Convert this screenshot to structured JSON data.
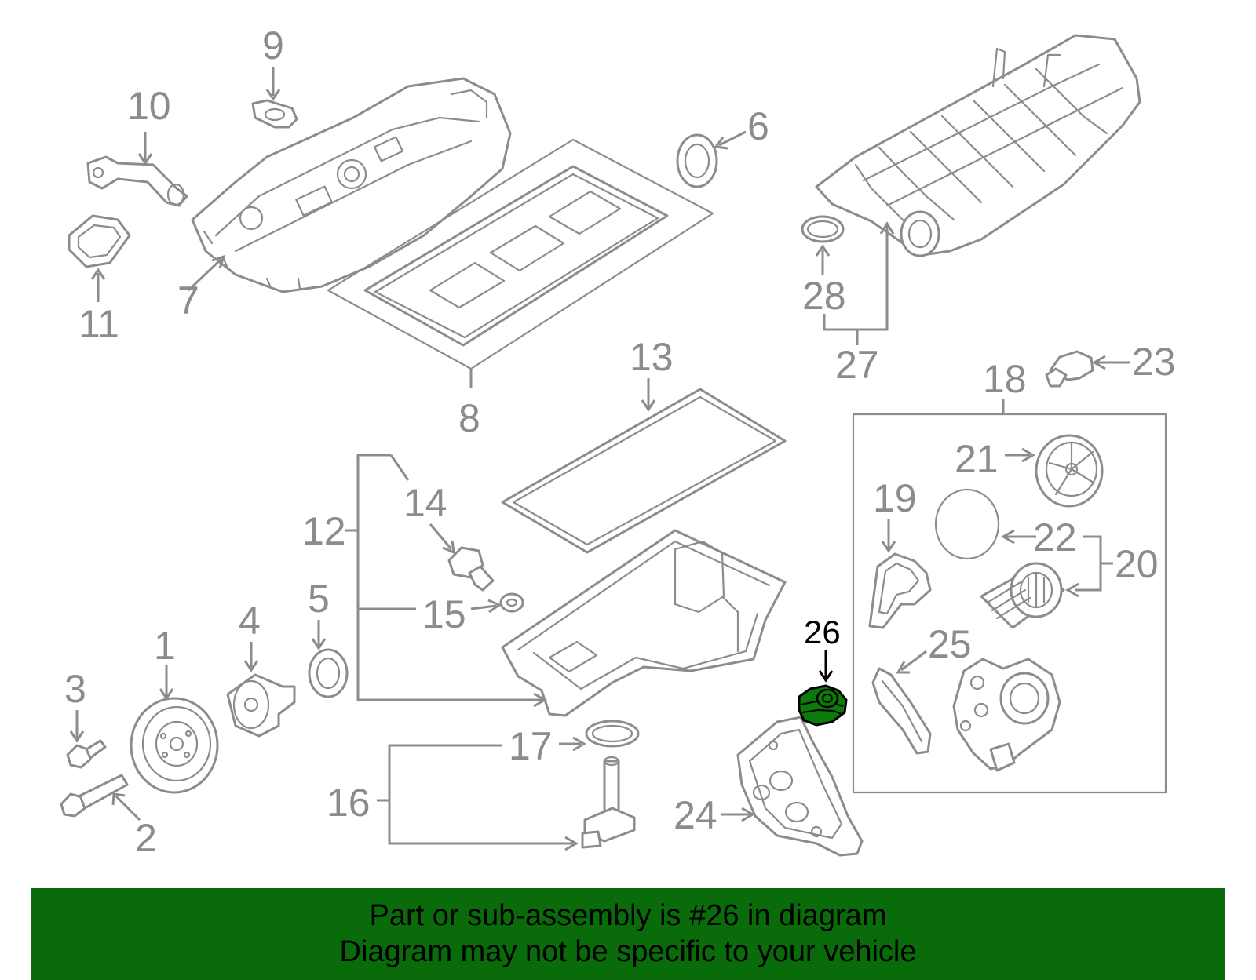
{
  "colors": {
    "line": "#8c8c8c",
    "highlight_fill": "#0a7a0a",
    "banner_bg": "#0a6b0a",
    "banner_text": "#000000"
  },
  "callouts": {
    "c1": "1",
    "c2": "2",
    "c3": "3",
    "c4": "4",
    "c5": "5",
    "c6": "6",
    "c7": "7",
    "c8": "8",
    "c9": "9",
    "c10": "10",
    "c11": "11",
    "c12": "12",
    "c13": "13",
    "c14": "14",
    "c15": "15",
    "c16": "16",
    "c17": "17",
    "c18": "18",
    "c19": "19",
    "c20": "20",
    "c21": "21",
    "c22": "22",
    "c23": "23",
    "c24": "24",
    "c25": "25",
    "c26": "26",
    "c27": "27",
    "c28": "28"
  },
  "highlighted_part": "26",
  "banner": {
    "line1": "Part or sub-assembly is #26 in diagram",
    "line2": "Diagram may not be specific to your vehicle"
  }
}
